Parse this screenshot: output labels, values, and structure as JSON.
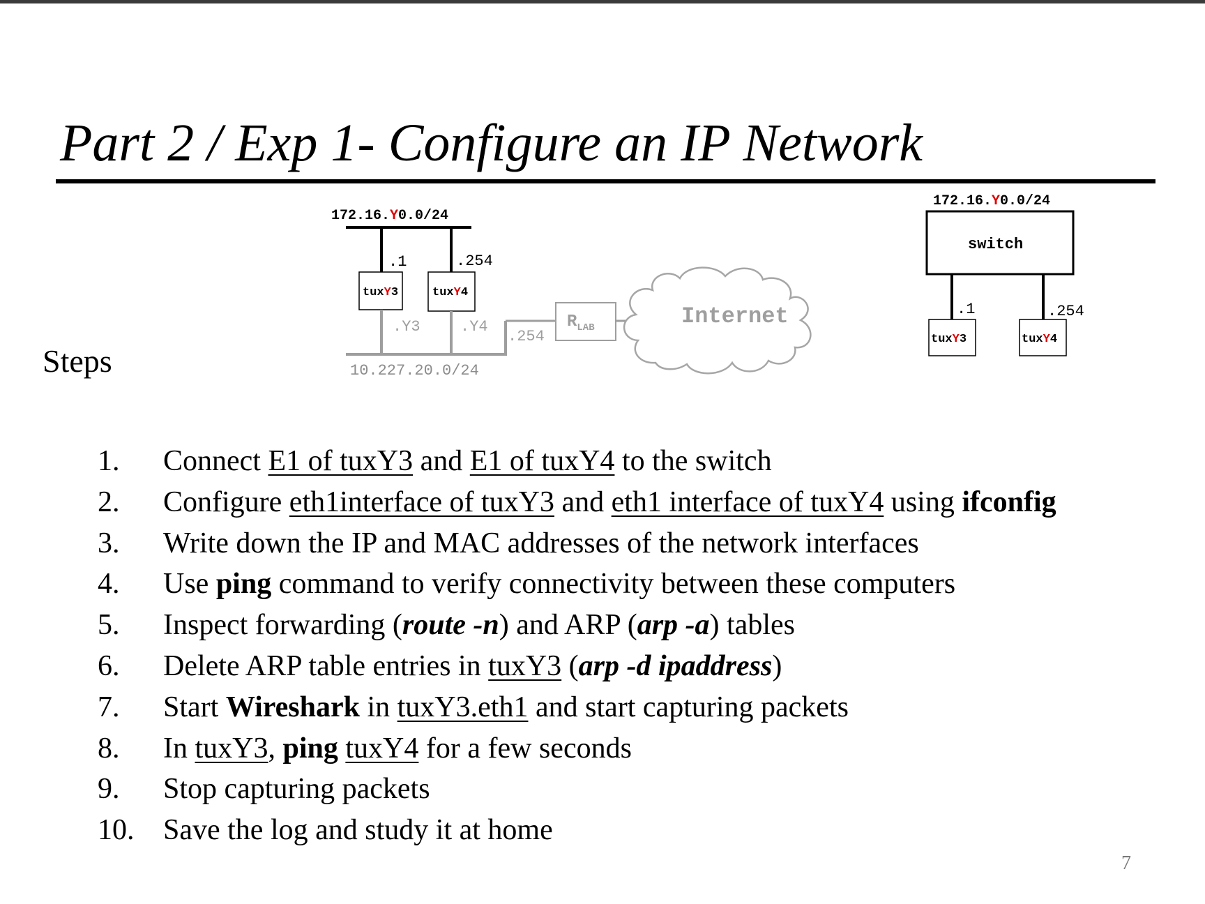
{
  "title": "Part 2 / Exp 1- Configure an IP Network",
  "steps_heading": "Steps",
  "page_number": "7",
  "colors": {
    "text": "#000000",
    "highlight": "#e00000",
    "gray": "#9e9e9e"
  },
  "diagram": {
    "net1": {
      "pre": "172.16.",
      "y": "Y",
      "post": "0.0/24"
    },
    "tux3": {
      "pre": "tux",
      "y": "Y",
      "post": "3"
    },
    "tux4": {
      "pre": "tux",
      "y": "Y",
      "post": "4"
    },
    "ip_dot1": ".1",
    "ip_dot254": ".254",
    "ip_y3": ".Y3",
    "ip_y4": ".Y4",
    "ip_router": ".254",
    "net2": "10.227.20.0/24",
    "router": {
      "main": "R",
      "sub": "LAB"
    },
    "internet": "Internet",
    "switch": "switch"
  },
  "steps": [
    {
      "num": "1.",
      "parts": [
        {
          "t": "Connect ",
          "s": ""
        },
        {
          "t": "E1 of tuxY3",
          "s": "u"
        },
        {
          "t": " and ",
          "s": ""
        },
        {
          "t": "E1 of tuxY4",
          "s": "u"
        },
        {
          "t": " to the switch",
          "s": ""
        }
      ]
    },
    {
      "num": "2.",
      "parts": [
        {
          "t": "Configure ",
          "s": ""
        },
        {
          "t": "eth1interface of tuxY3",
          "s": "u"
        },
        {
          "t": " and ",
          "s": ""
        },
        {
          "t": "eth1 interface of tuxY4",
          "s": "u"
        },
        {
          "t": " using ",
          "s": ""
        },
        {
          "t": "ifconfig",
          "s": "b"
        }
      ]
    },
    {
      "num": "3.",
      "parts": [
        {
          "t": "Write down the IP and MAC addresses of the network interfaces",
          "s": ""
        }
      ]
    },
    {
      "num": "4.",
      "parts": [
        {
          "t": "Use ",
          "s": ""
        },
        {
          "t": "ping",
          "s": "b"
        },
        {
          "t": " command to verify connectivity between these computers",
          "s": ""
        }
      ]
    },
    {
      "num": "5.",
      "parts": [
        {
          "t": "Inspect forwarding (",
          "s": ""
        },
        {
          "t": "route -n",
          "s": "bi"
        },
        {
          "t": ") and ARP (",
          "s": ""
        },
        {
          "t": "arp -a",
          "s": "bi"
        },
        {
          "t": ") tables",
          "s": ""
        }
      ]
    },
    {
      "num": "6.",
      "parts": [
        {
          "t": "Delete ARP table entries in ",
          "s": ""
        },
        {
          "t": "tuxY3",
          "s": "u"
        },
        {
          "t": " (",
          "s": ""
        },
        {
          "t": "arp -d ipaddress",
          "s": "bi"
        },
        {
          "t": ")",
          "s": ""
        }
      ]
    },
    {
      "num": "7.",
      "parts": [
        {
          "t": "Start ",
          "s": ""
        },
        {
          "t": "Wireshark",
          "s": "b"
        },
        {
          "t": " in ",
          "s": ""
        },
        {
          "t": "tuxY3.eth1",
          "s": "u"
        },
        {
          "t": " and start capturing packets",
          "s": ""
        }
      ]
    },
    {
      "num": "8.",
      "parts": [
        {
          "t": "In ",
          "s": ""
        },
        {
          "t": "tuxY3",
          "s": "u"
        },
        {
          "t": ", ",
          "s": ""
        },
        {
          "t": "ping",
          "s": "b"
        },
        {
          "t": " ",
          "s": ""
        },
        {
          "t": "tuxY4",
          "s": "u"
        },
        {
          "t": " for a few seconds",
          "s": ""
        }
      ]
    },
    {
      "num": "9.",
      "parts": [
        {
          "t": "Stop capturing packets",
          "s": ""
        }
      ]
    },
    {
      "num": "10.",
      "parts": [
        {
          "t": "Save the log and study it at home",
          "s": ""
        }
      ]
    }
  ]
}
